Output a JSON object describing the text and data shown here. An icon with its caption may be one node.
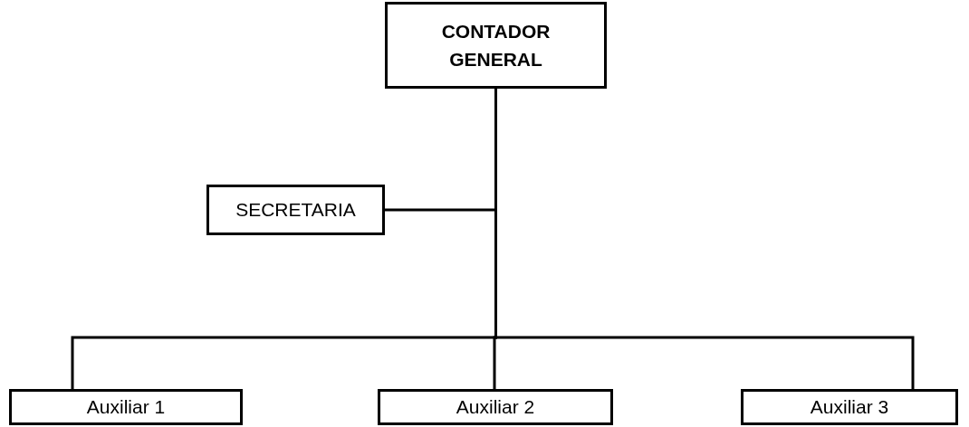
{
  "diagram": {
    "nodes": [
      {
        "text": [
          "CONTADOR GENERAL"
        ]
      },
      {
        "text": [
          "SECRETARIA"
        ]
      },
      {
        "text": [
          "Auxiliar 1"
        ]
      },
      {
        "text": [
          "Auxiliar 2"
        ]
      },
      {
        "text": [
          "Auxiliar 3"
        ]
      }
    ],
    "edges": [
      {
        "from": 0,
        "to": 1,
        "arrow": "none"
      },
      {
        "from": 0,
        "to": 2,
        "arrow": "none"
      },
      {
        "from": 0,
        "to": 3,
        "arrow": "none"
      },
      {
        "from": 0,
        "to": 4,
        "arrow": "none"
      }
    ]
  }
}
